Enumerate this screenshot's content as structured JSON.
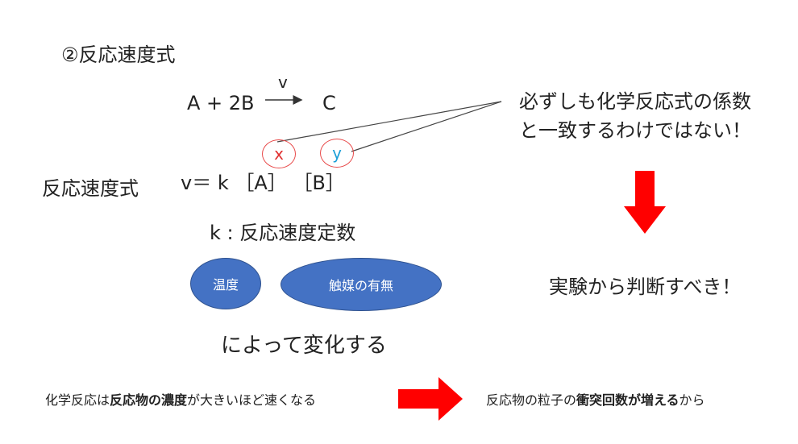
{
  "heading": "②反応速度式",
  "reaction": {
    "left": "A + 2B",
    "rate_symbol": "v",
    "right": "C"
  },
  "rate_law": {
    "label": "反応速度式",
    "equation": "v＝ k ［A］ ［B］",
    "exponent_x": "x",
    "exponent_y": "y"
  },
  "constant": "k : 反応速度定数",
  "factors": {
    "temperature": "温度",
    "catalyst": "触媒の有無"
  },
  "change_text": "によって変化する",
  "note": {
    "line1": "必ずしも化学反応式の係数",
    "line2": "と一致するわけではない！"
  },
  "experiment": "実験から判断すべき！",
  "bottom_left": {
    "p1": "化学反応は",
    "b1": "反応物の濃度",
    "p2": "が大きいほど速くなる"
  },
  "bottom_right": {
    "p1": "反応物の粒子の",
    "b1": "衝突回数が増える",
    "p2": "から"
  },
  "colors": {
    "accent_red": "#ff0000",
    "ellipse_fill": "#4472c4",
    "circle_stroke": "#e84a4a",
    "x_text": "#e03030",
    "y_text": "#1ea0d8"
  }
}
